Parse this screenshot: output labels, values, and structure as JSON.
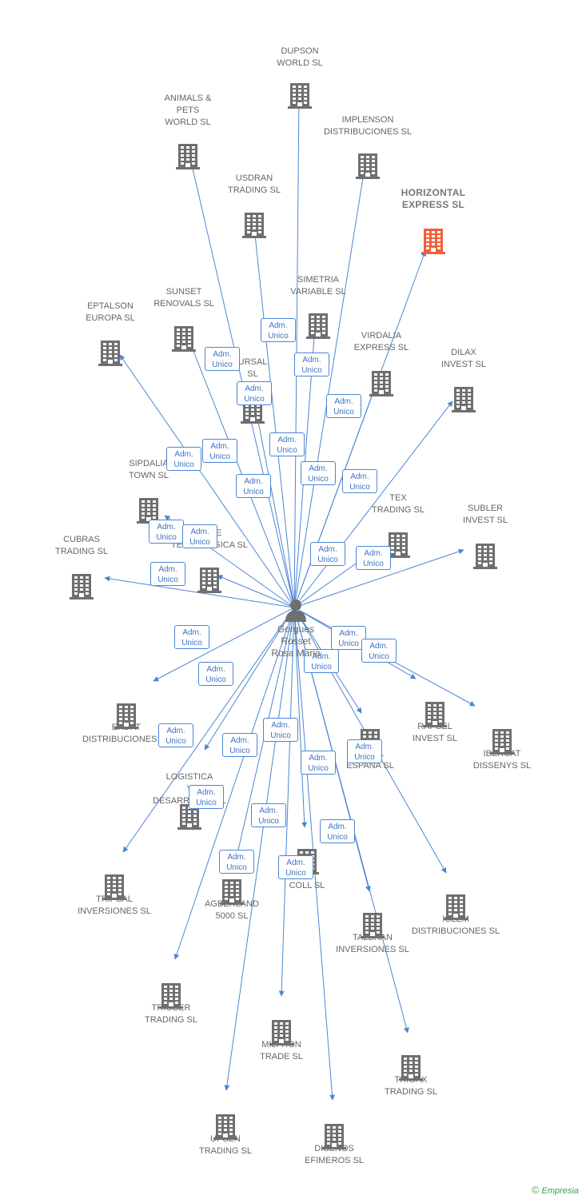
{
  "center_person": {
    "name": "Gorgues\nRosset\nRosa Maria",
    "icon": "person-icon"
  },
  "role_label": "Adm.\nUnico",
  "companies": [
    {
      "id": "dupson",
      "name": "DUPSON\nWORLD SL"
    },
    {
      "id": "animals",
      "name": "ANIMALS &\nPETS\nWORLD SL"
    },
    {
      "id": "implenson",
      "name": "IMPLENSON\nDISTRIBUCIONES SL"
    },
    {
      "id": "horizontal",
      "name": "HORIZONTAL\nEXPRESS SL",
      "highlight": true
    },
    {
      "id": "usdran",
      "name": "USDRAN\nTRADING SL"
    },
    {
      "id": "simetria",
      "name": "SIMETRIA\nVARIABLE SL"
    },
    {
      "id": "eptalson",
      "name": "EPTALSON\nEUROPA SL"
    },
    {
      "id": "sunset",
      "name": "SUNSET\nRENOVALS SL"
    },
    {
      "id": "virdalia",
      "name": "VIRDALIA\nEXPRESS SL"
    },
    {
      "id": "dilax",
      "name": "DILAX\nINVEST SL"
    },
    {
      "id": "ursal",
      "name": "URSAL\nSL"
    },
    {
      "id": "sipdalia",
      "name": "SIPDALIA\nTOWN SL"
    },
    {
      "id": "tex",
      "name": "TEX\nTRADING SL"
    },
    {
      "id": "subler",
      "name": "SUBLER\nINVEST SL"
    },
    {
      "id": "cubras",
      "name": "CUBRAS\nTRADING SL"
    },
    {
      "id": "nube",
      "name": "NUBE\nTECNOLOGICA SL"
    },
    {
      "id": "erdat",
      "name": "ERDAT\nDISTRIBUCIONES SL"
    },
    {
      "id": "rapsel",
      "name": "RAPSEL\nINVEST SL"
    },
    {
      "id": "ibercat",
      "name": "IBERCAT\nDISSENYS SL"
    },
    {
      "id": "alpel",
      "name": "ALPEL\nESPAÑA SL"
    },
    {
      "id": "logistica",
      "name": "LOGISTICA\nY\nDESARROLLO SL"
    },
    {
      "id": "tripsal",
      "name": "TRIPSAL\nINVERSIONES SL"
    },
    {
      "id": "agberland",
      "name": "AGBERLAND\n5000 SL"
    },
    {
      "id": "upcoll",
      "name": "UP\nCOLL SL"
    },
    {
      "id": "iclem",
      "name": "ICLEM\nDISTRIBUCIONES SL"
    },
    {
      "id": "talbran",
      "name": "TALBRAN\nINVERSIONES SL"
    },
    {
      "id": "trigber",
      "name": "TRIGBER\nTRADING SL"
    },
    {
      "id": "milfron",
      "name": "MILFRON\nTRADE SL"
    },
    {
      "id": "trigax",
      "name": "TRIGAX\nTRADING SL"
    },
    {
      "id": "upsen",
      "name": "UPSEN\nTRADING SL"
    },
    {
      "id": "disenos",
      "name": "DISEÑOS\nEFIMEROS SL"
    }
  ],
  "relations": [
    {
      "to": "dupson",
      "label": "Adm.\nUnico"
    },
    {
      "to": "animals",
      "label": "Adm.\nUnico"
    },
    {
      "to": "implenson",
      "label": "Adm.\nUnico"
    },
    {
      "to": "horizontal",
      "label": "Adm.\nUnico"
    },
    {
      "to": "usdran",
      "label": "Adm.\nUnico"
    },
    {
      "to": "simetria",
      "label": "Adm.\nUnico"
    },
    {
      "to": "eptalson",
      "label": "Adm.\nUnico"
    },
    {
      "to": "sunset",
      "label": "Adm.\nUnico"
    },
    {
      "to": "virdalia",
      "label": "Adm.\nUnico"
    },
    {
      "to": "dilax",
      "label": "Adm.\nUnico"
    },
    {
      "to": "ursal",
      "label": "Adm.\nUnico"
    },
    {
      "to": "sipdalia",
      "label": "Adm.\nUnico"
    },
    {
      "to": "tex",
      "label": "Adm.\nUnico"
    },
    {
      "to": "subler",
      "label": "Adm.\nUnico"
    },
    {
      "to": "cubras",
      "label": "Adm.\nUnico"
    },
    {
      "to": "nube",
      "label": "Adm.\nUnico"
    },
    {
      "to": "erdat",
      "label": "Adm.\nUnico"
    },
    {
      "to": "rapsel",
      "label": "Adm.\nUnico"
    },
    {
      "to": "ibercat",
      "label": "Adm.\nUnico"
    },
    {
      "to": "alpel",
      "label": "Adm.\nUnico"
    },
    {
      "to": "logistica",
      "label": "Adm.\nUnico"
    },
    {
      "to": "tripsal",
      "label": "Adm.\nUnico"
    },
    {
      "to": "agberland",
      "label": "Adm.\nUnico"
    },
    {
      "to": "upcoll",
      "label": "Adm.\nUnico"
    },
    {
      "to": "iclem",
      "label": "Adm.\nUnico"
    },
    {
      "to": "talbran",
      "label": "Adm.\nUnico"
    },
    {
      "to": "trigber",
      "label": "Adm.\nUnico"
    },
    {
      "to": "milfron",
      "label": "Adm.\nUnico"
    },
    {
      "to": "trigax",
      "label": "Adm.\nUnico"
    },
    {
      "to": "upsen",
      "label": "Adm.\nUnico"
    },
    {
      "to": "disenos",
      "label": "Adm.\nUnico"
    }
  ],
  "colors": {
    "edge": "#4a86d4",
    "building": "#6f6f6f",
    "highlight": "#f0603a",
    "label": "#666666"
  },
  "branding": {
    "copyright_symbol": "©",
    "text": "Empresia"
  }
}
